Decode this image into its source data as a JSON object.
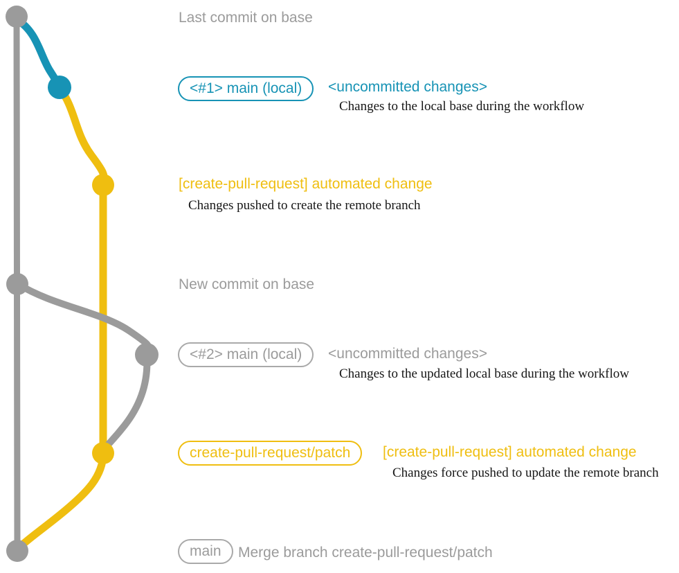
{
  "colors": {
    "base_gray": "#9B9B9B",
    "pill_gray_border": "#A9A9A9",
    "main_local_blue": "#1793B5",
    "patch_yellow": "#EFBE10",
    "desc_text": "#161616"
  },
  "annotations": {
    "last_commit_on_base": "Last commit on base",
    "new_commit_on_base": "New commit on base"
  },
  "rows": {
    "uncommitted1": {
      "pill": "<#1> main (local)",
      "title": "<uncommitted changes>",
      "desc": "Changes to the local base during the workflow"
    },
    "automated1": {
      "title": "[create-pull-request] automated change",
      "desc": "Changes pushed to create the remote branch"
    },
    "uncommitted2": {
      "pill": "<#2> main (local)",
      "title": "<uncommitted changes>",
      "desc": "Changes to the updated local base during the workflow"
    },
    "automated2": {
      "pill": "create-pull-request/patch",
      "title": "[create-pull-request] automated change",
      "desc": "Changes force pushed to update the remote branch"
    },
    "merge": {
      "pill": "main",
      "label": "Merge branch create-pull-request/patch"
    }
  }
}
